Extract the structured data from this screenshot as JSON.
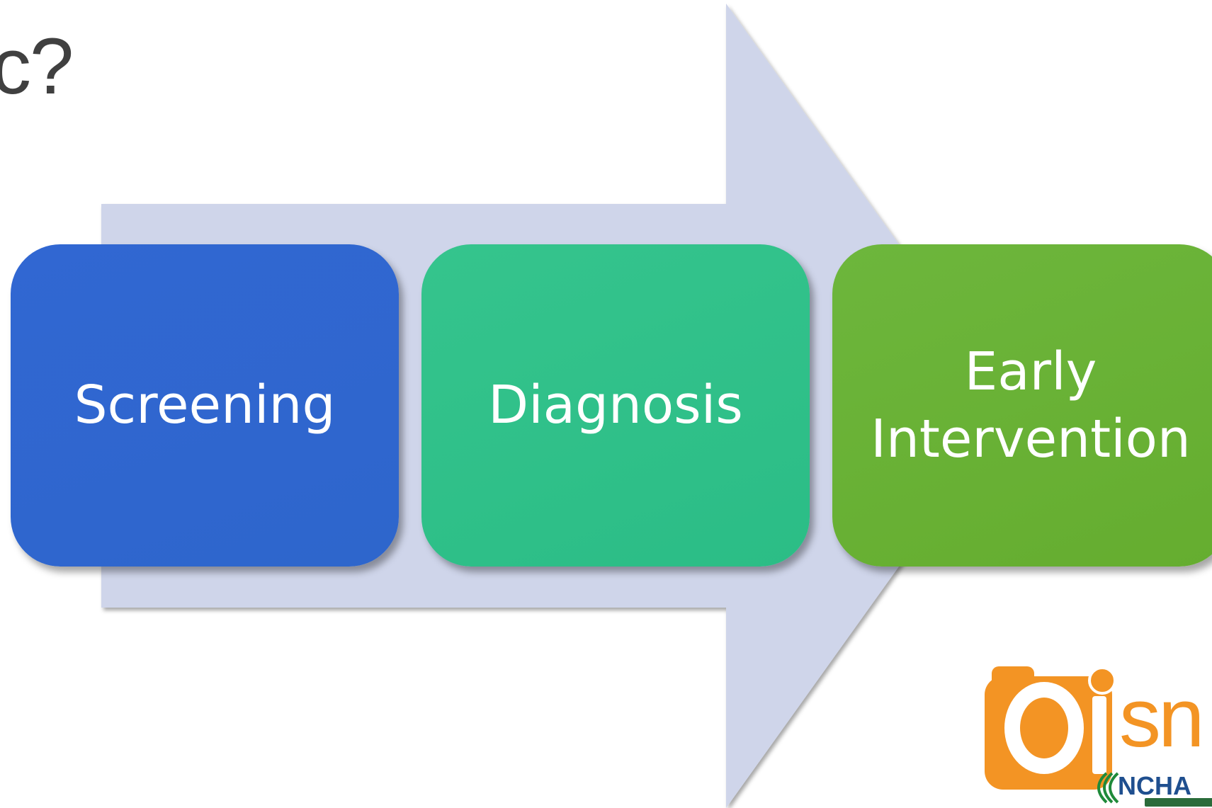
{
  "slide": {
    "title_fragment": "c?"
  },
  "steps": [
    {
      "label": "Screening",
      "color": "#2f66cf"
    },
    {
      "label": "Diagnosis",
      "color": "#30c28a"
    },
    {
      "label": "Early\nIntervention",
      "color": "#69b236"
    }
  ],
  "arrow": {
    "color": "#cfd5ea"
  },
  "logo": {
    "icon": "eisn-logo",
    "wordmark": "eisn",
    "org": "NCHA",
    "brand_color": "#f39424"
  }
}
